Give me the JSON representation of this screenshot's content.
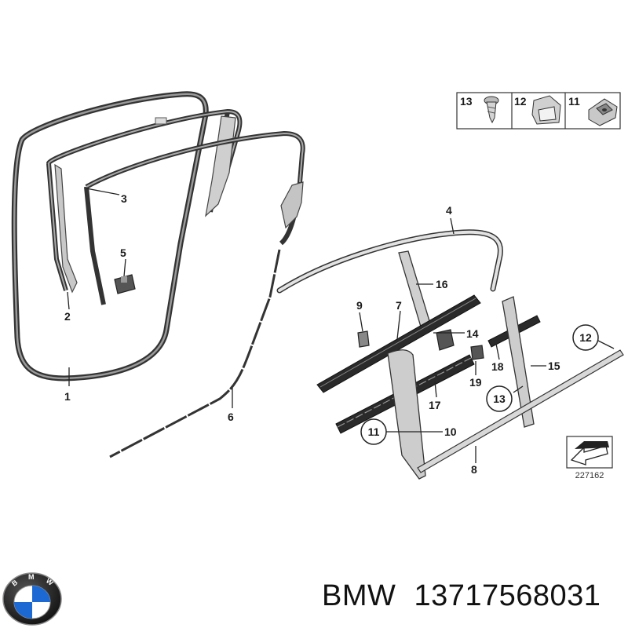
{
  "callouts": {
    "c1": "1",
    "c2": "2",
    "c3": "3",
    "c4": "4",
    "c5": "5",
    "c6": "6",
    "c7": "7",
    "c8": "8",
    "c9": "9",
    "c10": "10",
    "c11": "11",
    "c12": "12",
    "c13": "13",
    "c14": "14",
    "c15": "15",
    "c16": "16",
    "c17": "17",
    "c18": "18",
    "c19": "19"
  },
  "parts_box": {
    "a": "13",
    "b": "12",
    "c": "11"
  },
  "reference_number": "227162",
  "caption": {
    "brand": "BMW",
    "part_number": "13717568031"
  },
  "logo": {
    "letters": [
      "B",
      "M",
      "W"
    ],
    "colors": {
      "blue": "#1c69d4",
      "ring": "#1a1a1a",
      "white": "#ffffff"
    }
  }
}
